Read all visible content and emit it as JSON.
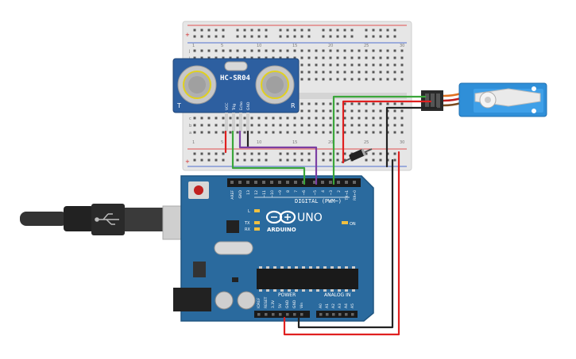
{
  "breadboard": {
    "row_numbers": [
      "1",
      "5",
      "10",
      "15",
      "20",
      "25",
      "30"
    ],
    "row_letters_top": [
      "j",
      "i",
      "h",
      "g",
      "f"
    ],
    "row_letters_bottom": [
      "e",
      "d",
      "c",
      "b",
      "a"
    ]
  },
  "sensor": {
    "model": "HC-SR04",
    "left_mark": "T",
    "right_mark": "R",
    "pins": [
      "VCC",
      "Trig",
      "Echo",
      "GND"
    ]
  },
  "arduino": {
    "brand": "ARDUINO",
    "model": "UNO",
    "digital_label": "DIGITAL (PWM~)",
    "power_label": "POWER",
    "analog_label": "ANALOG IN",
    "on_label": "ON",
    "led_labels": [
      "L",
      "TX",
      "RX"
    ],
    "top_pins": [
      "AREF",
      "GND",
      "13",
      "12",
      "~11",
      "~10",
      "~9",
      "8",
      "7",
      "~6",
      "~5",
      "4",
      "~3",
      "2",
      "TX→1",
      "RX←0"
    ],
    "power_pins": [
      "IOREF",
      "RESET",
      "3.3V",
      "5V",
      "GND",
      "GND",
      "Vin"
    ],
    "analog_pins": [
      "A0",
      "A1",
      "A2",
      "A3",
      "A4",
      "A5"
    ]
  },
  "colors": {
    "board": "#2a6a9e",
    "board_dark": "#1f5580",
    "breadboard": "#e6e6e6",
    "sensor": "#2d5fa0",
    "servo": "#2f8fd8",
    "wire_green": "#3aa63a",
    "wire_purple": "#7b3fa3",
    "wire_red": "#e02020",
    "wire_black": "#222222"
  }
}
